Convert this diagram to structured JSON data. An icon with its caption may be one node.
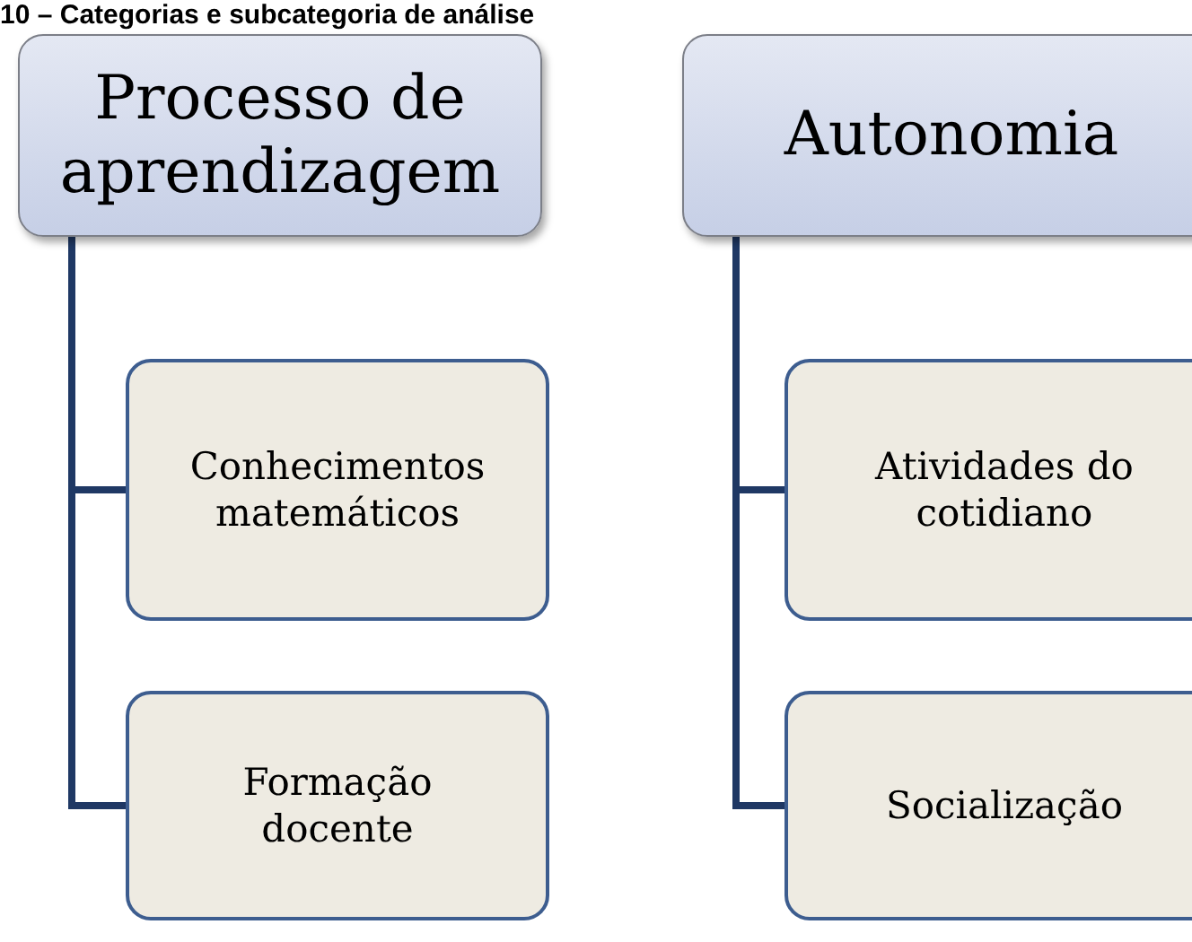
{
  "diagram": {
    "title": "10 – Categorias e subcategoria de análise",
    "nodes": [
      {
        "text": [
          "Processo de aprendizagem"
        ]
      },
      {
        "text": [
          "Conhecimentos matemáticos"
        ]
      },
      {
        "text": [
          "Formação docente"
        ]
      },
      {
        "text": [
          "Autonomia"
        ]
      },
      {
        "text": [
          "Atividades do cotidiano"
        ]
      },
      {
        "text": [
          "Socialização"
        ]
      }
    ],
    "edges": [
      {
        "from": 0,
        "to": 1,
        "arrow": "none"
      },
      {
        "from": 0,
        "to": 2,
        "arrow": "none"
      },
      {
        "from": 3,
        "to": 4,
        "arrow": "none"
      },
      {
        "from": 3,
        "to": 5,
        "arrow": "none"
      }
    ]
  }
}
